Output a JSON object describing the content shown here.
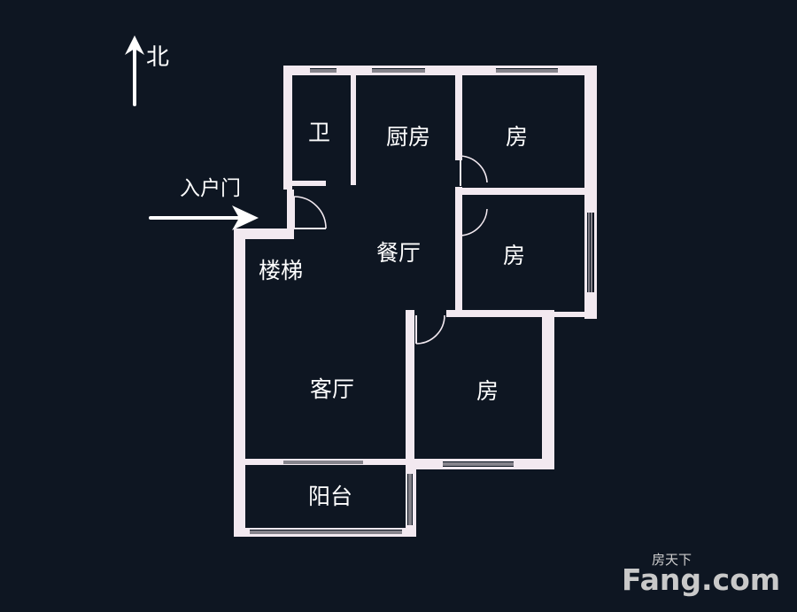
{
  "compass": {
    "north": "北"
  },
  "entrance": {
    "label": "入户门"
  },
  "rooms": {
    "bathroom": "卫",
    "kitchen": "厨房",
    "bedroom_ne": "房",
    "bedroom_e": "房",
    "dining": "餐厅",
    "stairs": "楼梯",
    "living": "客厅",
    "bedroom_s": "房",
    "balcony": "阳台"
  },
  "watermark": {
    "cn": "房天下",
    "en": "Fang.com"
  },
  "colors": {
    "background": "#0e1622",
    "walls": "#f2e9f0",
    "text": "#ffffff"
  }
}
